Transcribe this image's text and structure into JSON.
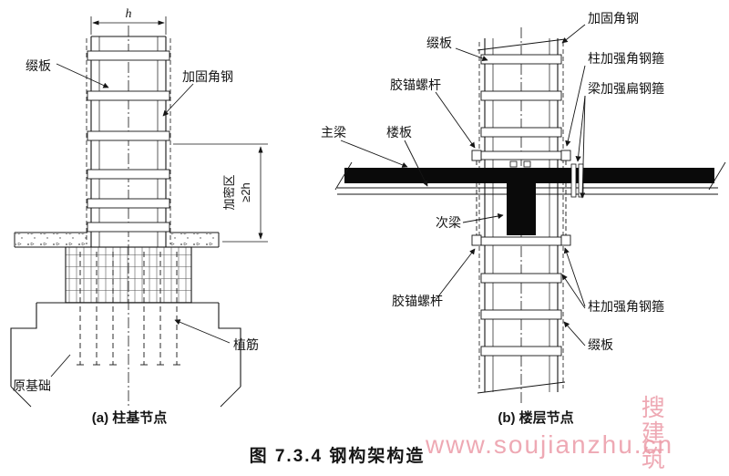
{
  "figure": {
    "caption": "图 7.3.4  钢构架构造"
  },
  "watermark": {
    "brand": "搜建筑",
    "url": "www.soujianzhu.cn",
    "color": "#ec9ba7"
  },
  "colors": {
    "line": "#151515",
    "beam_fill": "#0a0a0a",
    "background": "#ffffff"
  },
  "diagram_a": {
    "caption": "(a) 柱基节点",
    "labels": {
      "width_dim": "h",
      "batten_plate": "缀板",
      "reinforcing_angle_steel": "加固角钢",
      "densified_zone": "加密区",
      "densified_zone_dim": "≥2h",
      "planted_rebar": "植筋",
      "original_foundation": "原基础"
    }
  },
  "diagram_b": {
    "caption": "(b) 楼层节点",
    "labels": {
      "reinforcing_angle_steel": "加固角钢",
      "batten_plate_top": "缀板",
      "anchor_bolt_top": "胶锚螺杆",
      "column_angle_hoop_top": "柱加强角钢箍",
      "beam_flat_hoop": "梁加强扁钢箍",
      "main_girder": "主梁",
      "floor_slab": "楼板",
      "secondary_beam": "次梁",
      "anchor_bolt_bottom": "胶锚螺杆",
      "column_angle_hoop_bottom": "柱加强角钢箍",
      "batten_plate_bottom": "缀板"
    }
  }
}
